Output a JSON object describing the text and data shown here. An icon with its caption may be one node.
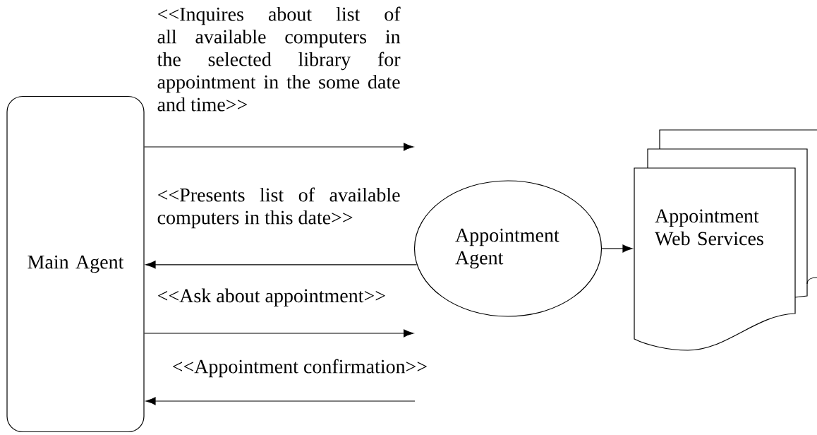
{
  "diagram": {
    "nodes": [
      {
        "text": [
          "Main Agent"
        ]
      },
      {
        "text": [
          "Appointment Agent"
        ]
      },
      {
        "text": [
          "Appointment Web Services"
        ]
      }
    ],
    "edges": [
      {
        "from": 0,
        "to": null,
        "arrow": "to",
        "label": "<<Inquires about list of all available computers in the selected library for appointment in the some date and time>>"
      },
      {
        "from": 1,
        "to": 0,
        "arrow": "to",
        "label": "<<Presents list of available computers in this date>>"
      },
      {
        "from": 0,
        "to": null,
        "arrow": "to",
        "label": "<<Ask about appointment>>"
      },
      {
        "from": null,
        "to": 0,
        "arrow": "to",
        "label": "<<Appointment confirmation>>"
      },
      {
        "from": 1,
        "to": 2,
        "arrow": "to"
      }
    ]
  }
}
